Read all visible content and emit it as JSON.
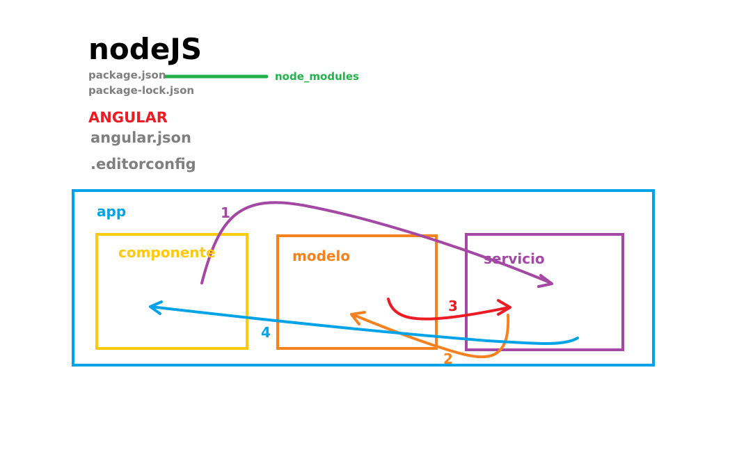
{
  "colors": {
    "black": "#000000",
    "gray": "#7f7f7f",
    "green": "#22b14c",
    "red": "#ed1c24",
    "blue": "#00a2e8",
    "yellow": "#ffc90e",
    "orange": "#f58220",
    "purple": "#a349a4"
  },
  "nodejs": {
    "title": "nodeJS",
    "files": [
      "package.json",
      "package-lock.json"
    ],
    "node_modules": "node_modules"
  },
  "angular": {
    "title": "ANGULAR",
    "files": [
      "angular.json",
      ".editorconfig"
    ]
  },
  "app": {
    "label": "app",
    "boxes": {
      "componente": "componente",
      "modelo": "modelo",
      "servicio": "servicio"
    },
    "arrows": [
      "1",
      "2",
      "3",
      "4"
    ]
  }
}
